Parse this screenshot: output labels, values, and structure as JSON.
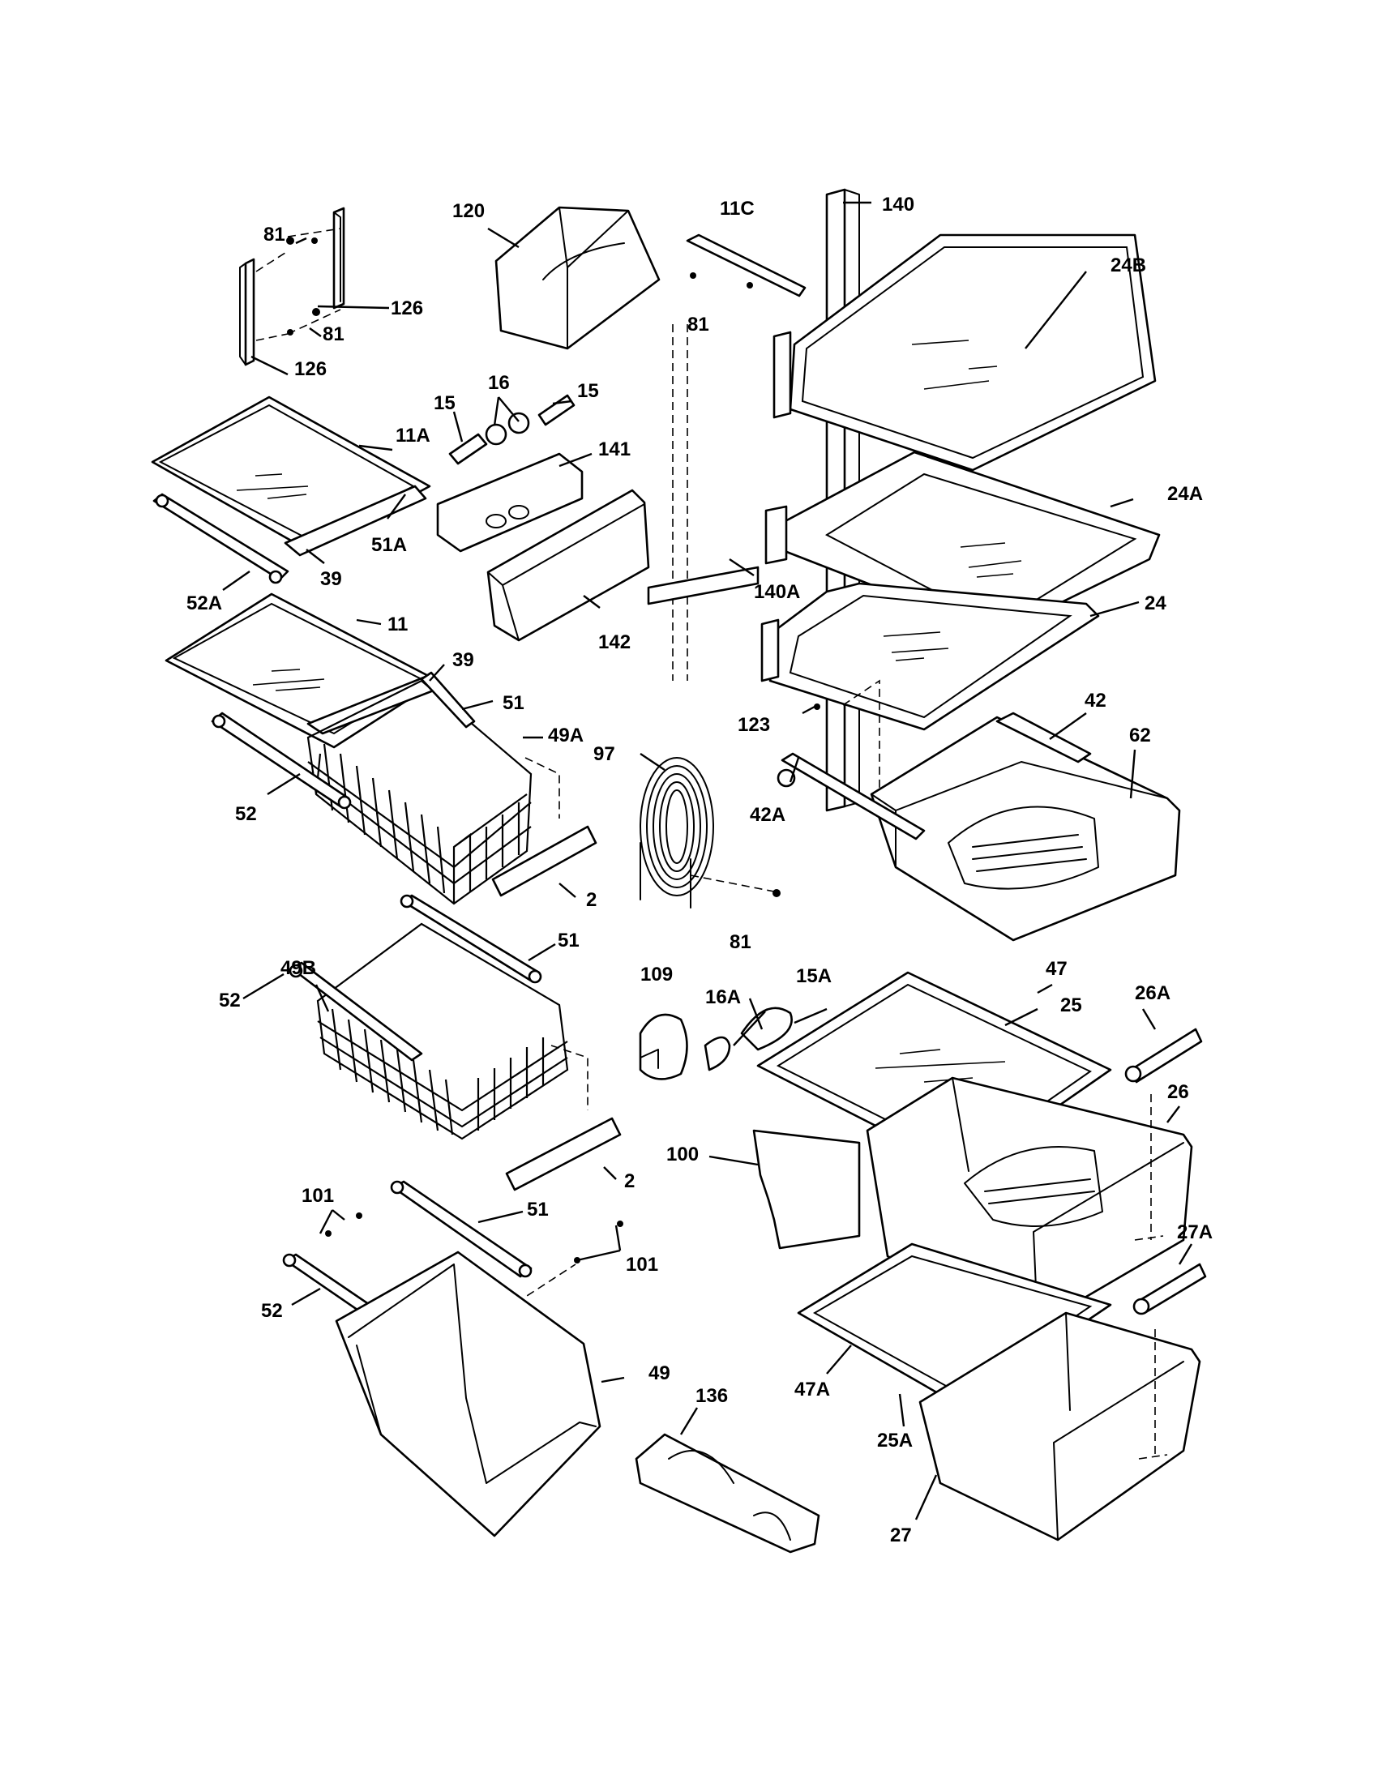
{
  "diagram": {
    "callouts": {
      "c81a": "81",
      "c81b": "81",
      "c81c": "81",
      "c81d": "81",
      "c126a": "126",
      "c126b": "126",
      "c120": "120",
      "c11C": "11C",
      "c140": "140",
      "c24B": "24B",
      "c15a": "15",
      "c16": "16",
      "c15b": "15",
      "c141": "141",
      "c11A": "11A",
      "c51A": "51A",
      "c39a": "39",
      "c52A": "52A",
      "c142": "142",
      "c24A": "24A",
      "c140A": "140A",
      "c24": "24",
      "c11": "11",
      "c39b": "39",
      "c51a": "51",
      "c49A": "49A",
      "c52a": "52",
      "c97": "97",
      "c123": "123",
      "c42": "42",
      "c62": "62",
      "c42A": "42A",
      "c2a": "2",
      "c49B": "49B",
      "c51b": "51",
      "c52b": "52",
      "c109": "109",
      "c16A": "16A",
      "c15A": "15A",
      "c47": "47",
      "c25": "25",
      "c26A": "26A",
      "c26": "26",
      "c100": "100",
      "c2b": "2",
      "c101a": "101",
      "c51c": "51",
      "c101b": "101",
      "c52c": "52",
      "c49": "49",
      "c27A": "27A",
      "c136": "136",
      "c47A": "47A",
      "c25A": "25A",
      "c27": "27"
    }
  }
}
